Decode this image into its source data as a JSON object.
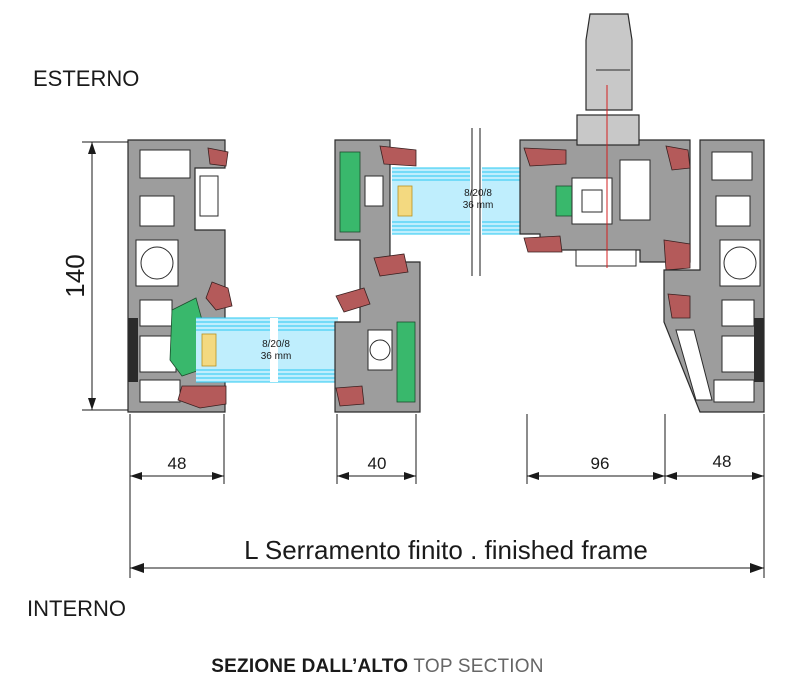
{
  "labels": {
    "exterior": "ESTERNO",
    "interior": "INTERNO",
    "finished_frame": "L Serramento finito . finished frame",
    "caption_bold": "SEZIONE DALL’ALTO",
    "caption_light": "TOP SECTION"
  },
  "dimensions": {
    "height": "140",
    "left_frame": "48",
    "sash_center": "40",
    "right_sash": "96",
    "right_frame": "48"
  },
  "glazing": {
    "left_spec": "8/20/8",
    "left_thickness": "36 mm",
    "right_spec": "8/20/8",
    "right_thickness": "36 mm"
  },
  "colors": {
    "profile": "#9d9d9d",
    "gasket_red": "#b45a5a",
    "gasket_green": "#39b86c",
    "glass": "#bfeefd",
    "glass_line": "#27c8f2",
    "spacer": "#f3d980",
    "axis_line": "#d32020"
  }
}
